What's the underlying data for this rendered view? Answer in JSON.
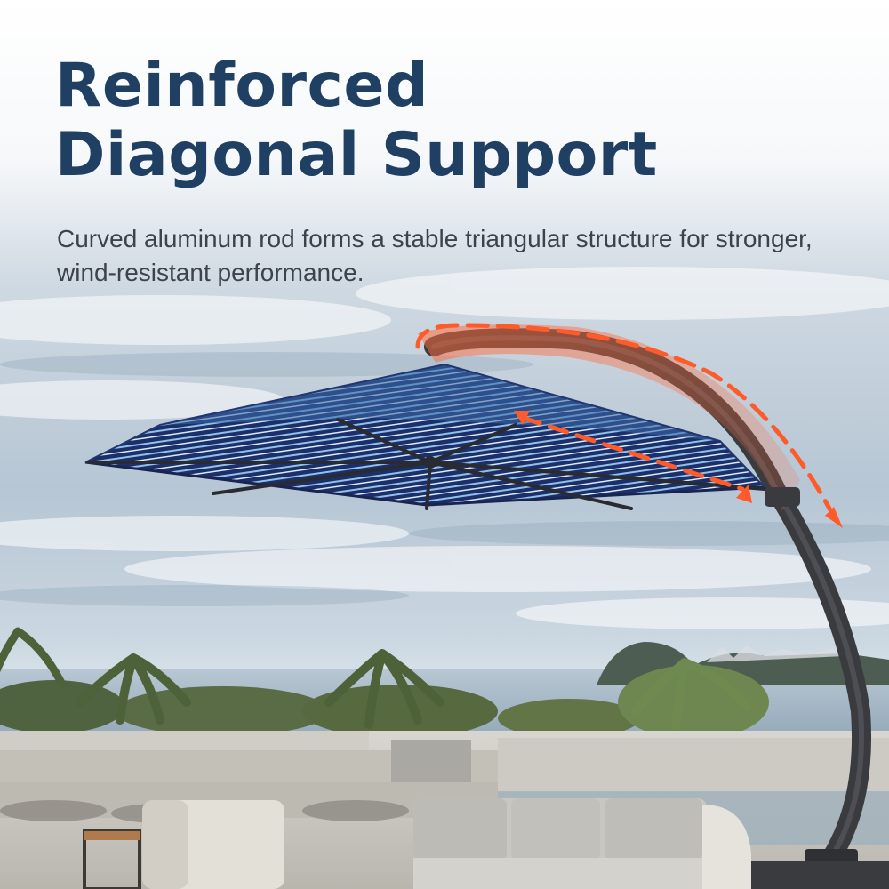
{
  "headline": {
    "line1": "Reinforced",
    "line2": "Diagonal Support"
  },
  "description": "Curved aluminum rod forms a stable triangular structure for stronger, wind-resistant performance.",
  "colors": {
    "headline": "#1f3f63",
    "body_text": "#3d434a",
    "highlight": "#ff5a2a",
    "canopy_navy": "#1c2f6b",
    "canopy_light": "#8fc2e6",
    "pole": "#3a3b3f",
    "sky_top": "#ffffff",
    "sky_clouds": "#b9c8d5",
    "water": "#9fb3c2",
    "deck": "#d3d1cb",
    "cushion": "#d8d6d0"
  },
  "icons": [
    "dashed-arrow-icon",
    "double-arrow-icon"
  ]
}
